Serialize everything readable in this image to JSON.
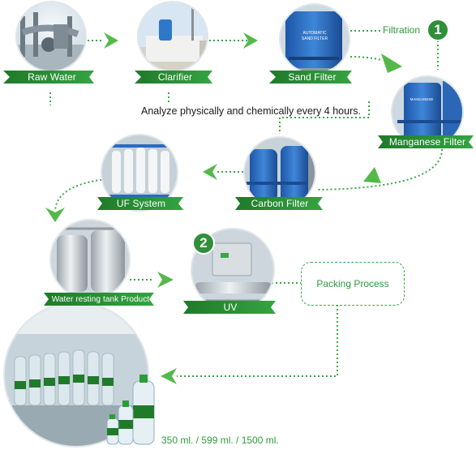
{
  "colors": {
    "green": "#33a442",
    "light_green": "#8fd06a",
    "dark_green": "#1f7a2a",
    "blue": "#2a6bc2",
    "dark_navy": "#1b2a4a"
  },
  "stages": {
    "raw_water": "Raw Water",
    "clarifier": "Clarifier",
    "sand_filter": "Sand Filter",
    "manganese_filter": "Manganese Filter",
    "carbon_filter": "Carbon Filter",
    "uf_system": "UF System",
    "water_resting": "Water resting tank Product",
    "uv": "UV"
  },
  "filtration_label": "Filtration",
  "step_numbers": {
    "one": "1",
    "two": "2"
  },
  "analyze_note": "Analyze physically and chemically every 4 hours.",
  "packing_process": "Packing Process",
  "bottle_sizes": "350 ml. / 599 ml. / 1500 ml.",
  "photo_icons": {
    "raw_water": "pipes-photo",
    "clarifier": "tank-photo",
    "sand_filter": "blue-tank-photo",
    "manganese_filter": "blue-tank-photo",
    "carbon_filter": "blue-tank-photo",
    "uf_system": "membrane-photo",
    "water_resting": "steel-tank-photo",
    "uv": "uv-unit-photo",
    "bottles": "bottle-line-photo"
  }
}
